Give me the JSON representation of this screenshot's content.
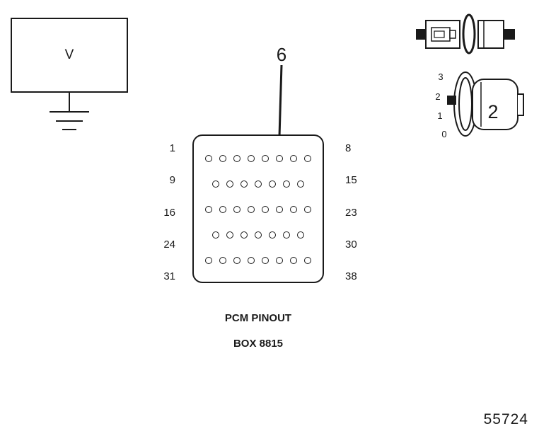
{
  "figure_number": "55724",
  "voltmeter": {
    "label": "V"
  },
  "pcm": {
    "arrow_label": "6",
    "caption_line1": "PCM PINOUT",
    "caption_line2": "BOX 8815",
    "rows": [
      {
        "left_label": "1",
        "right_label": "8",
        "pin_count": 8
      },
      {
        "left_label": "9",
        "right_label": "15",
        "pin_count": 7
      },
      {
        "left_label": "16",
        "right_label": "23",
        "pin_count": 8
      },
      {
        "left_label": "24",
        "right_label": "30",
        "pin_count": 7
      },
      {
        "left_label": "31",
        "right_label": "38",
        "pin_count": 8
      }
    ]
  },
  "harness_connector": {
    "label": "2",
    "scale_labels": [
      "3",
      "2",
      "1",
      "0"
    ]
  }
}
